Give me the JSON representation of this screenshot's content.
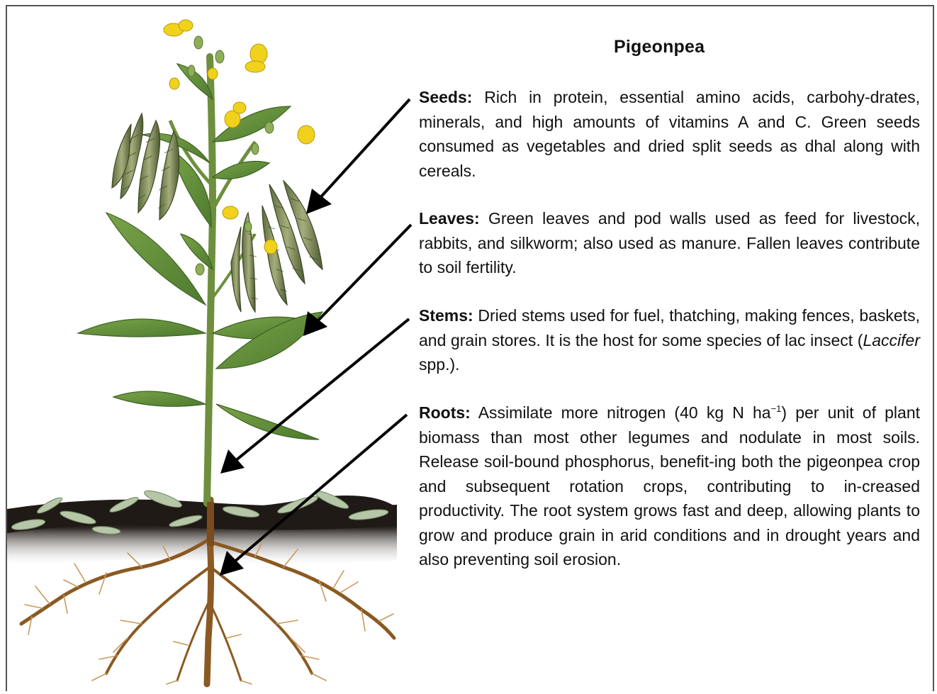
{
  "title": "Pigeonpea",
  "parts": {
    "seeds": {
      "heading": "Seeds:",
      "text": "Rich in protein, essential amino acids, carbohy-drates, minerals, and high amounts of vitamins A and C. Green seeds consumed as vegetables and dried split seeds as dhal along with cereals."
    },
    "leaves": {
      "heading": "Leaves:",
      "text": "Green leaves and pod walls used as feed for livestock, rabbits, and silkworm; also used as manure. Fallen leaves contribute to soil fertility."
    },
    "stems": {
      "heading": "Stems:",
      "text_before": "Dried stems used for fuel, thatching, making fences, baskets, and grain stores. It is the host for some species of lac insect (",
      "italic": "Laccifer",
      "text_after": " spp.)."
    },
    "roots": {
      "heading": "Roots:",
      "text_before": "Assimilate more nitrogen (40 kg N ha",
      "superscript": "−1",
      "text_after": ") per unit of plant biomass than most other legumes and nodulate in most soils. Release soil-bound phosphorus, benefit-ing both the pigeonpea crop and subsequent rotation crops, contributing to in-creased productivity. The root system grows fast and deep, allowing plants to grow and produce grain in arid conditions and in drought years and also preventing soil erosion."
    }
  },
  "colors": {
    "leaf": "#5f8a3a",
    "stem": "#6d8f3e",
    "pod": "#7c8a58",
    "flower": "#f0d21c",
    "soil": "#1f1a16",
    "root": "#8a5a22",
    "arrow": "#000000"
  }
}
